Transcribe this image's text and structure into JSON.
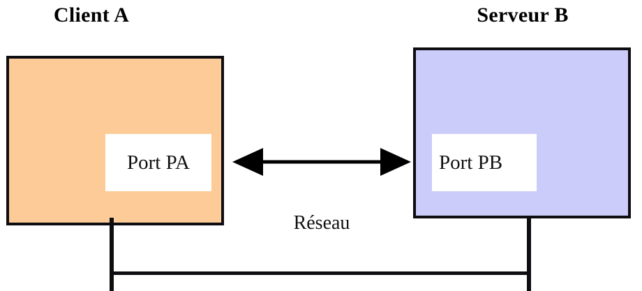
{
  "diagram": {
    "type": "network-communication-diagram",
    "language": "fr",
    "caption": "Réseau"
  },
  "nodes": [
    {
      "id": "client",
      "title": "Client A",
      "port_label": "Port PA",
      "fill_color": "#FCCB97",
      "border_color": "#0D0D12"
    },
    {
      "id": "serveur",
      "title": "Serveur B",
      "port_label": "Port PB",
      "fill_color": "#CCCCFA",
      "border_color": "#0D0D12"
    }
  ],
  "connection": {
    "label": "Réseau",
    "arrow_style": "double-headed",
    "arrow_color": "#000000"
  },
  "icons": {
    "arrow_left_head": "arrow-left-head-icon",
    "arrow_right_head": "arrow-right-head-icon"
  }
}
